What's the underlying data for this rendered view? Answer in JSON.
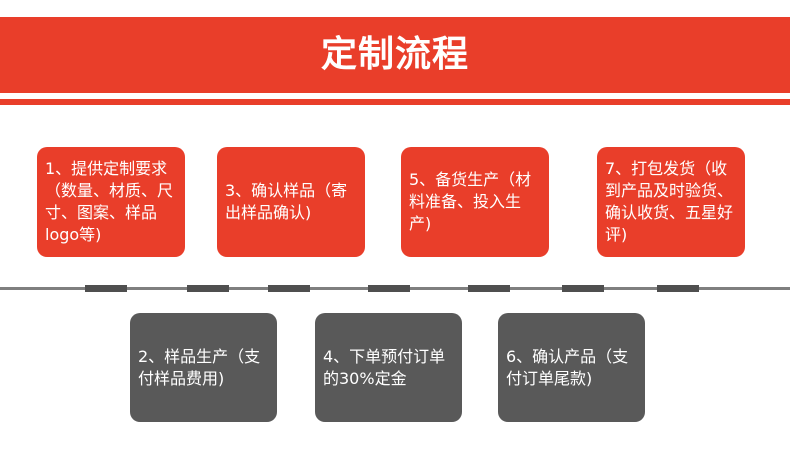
{
  "title": "定制流程",
  "steps_top": [
    {
      "text": "1、提供定制要求（数量、材质、尺寸、图案、样品logo等)"
    },
    {
      "text": "3、确认样品（寄出样品确认)"
    },
    {
      "text": "5、备货生产（材料准备、投入生产)"
    },
    {
      "text": "7、打包发货（收到产品及时验货、确认收货、五星好评)"
    }
  ],
  "steps_bottom": [
    {
      "text": "2、样品生产（支付样品费用)"
    },
    {
      "text": "4、下单预付订单的30%定金"
    },
    {
      "text": "6、确认产品（支付订单尾款)"
    }
  ],
  "colors": {
    "accent": "#e93e2a",
    "dark": "#595959",
    "line": "#7f7f7f"
  }
}
